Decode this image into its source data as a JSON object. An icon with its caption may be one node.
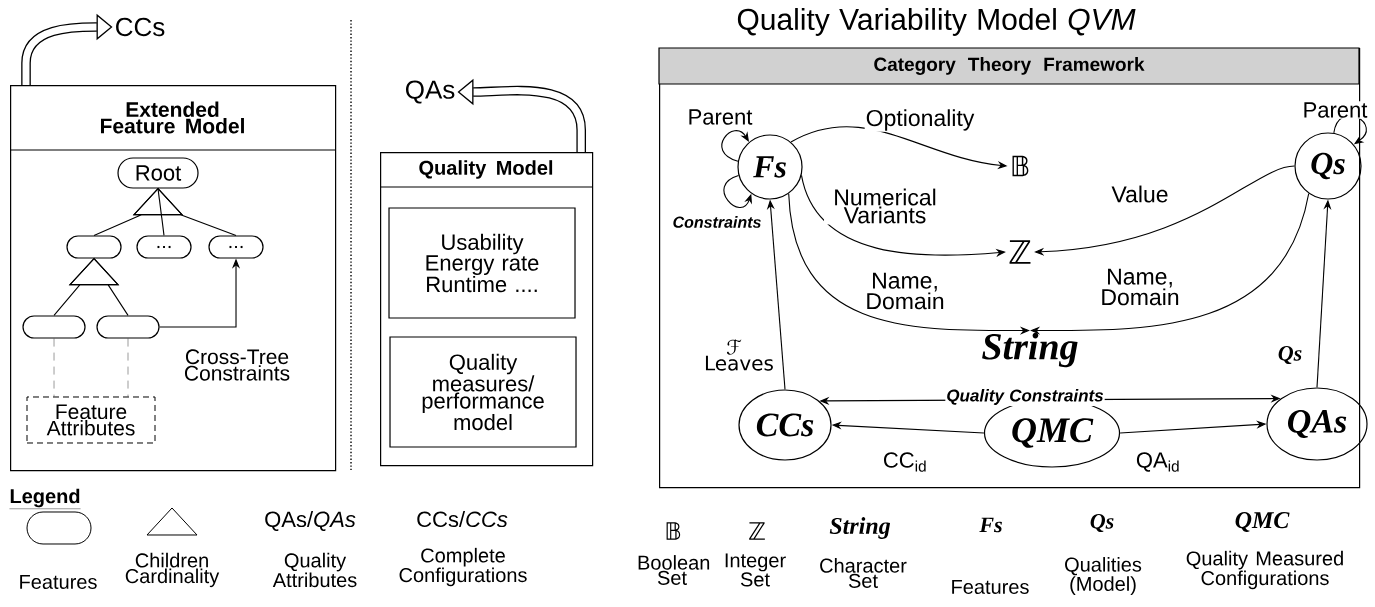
{
  "diagram": {
    "title": "Quality Variability Model *QVM*",
    "nodes": [
      {
        "text": [
          "Extended Feature Model"
        ]
      },
      {
        "text": [
          "Root"
        ],
        "in": 0
      },
      {
        "text": [],
        "shape": "box",
        "in": 0
      },
      {
        "text": [
          "..."
        ],
        "in": 0
      },
      {
        "text": [
          "..."
        ],
        "in": 0
      },
      {
        "text": [],
        "shape": "box",
        "in": 0
      },
      {
        "text": [],
        "shape": "box",
        "in": 0
      },
      {
        "text": [
          "Feature Attributes"
        ],
        "in": 0
      },
      {
        "text": [
          "CCs"
        ]
      },
      {
        "text": [
          "Quality Model"
        ]
      },
      {
        "text": [
          "Usability Energy rate Runtime ...."
        ],
        "in": 9
      },
      {
        "text": [
          "Quality measures/ performance model"
        ],
        "in": 9
      },
      {
        "text": [
          "QAs"
        ]
      },
      {
        "text": [
          "Category Theory Framework"
        ]
      },
      {
        "text": [
          "Fs"
        ],
        "in": 13
      },
      {
        "text": [
          "𝔹"
        ],
        "in": 13
      },
      {
        "text": [
          "Qs"
        ],
        "in": 13
      },
      {
        "text": [
          "ℤ"
        ],
        "in": 13
      },
      {
        "text": [
          "String"
        ],
        "in": 13
      },
      {
        "text": [
          "CCs"
        ],
        "in": 13
      },
      {
        "text": [
          "QMC"
        ],
        "in": 13
      },
      {
        "text": [
          "QAs"
        ],
        "in": 13
      }
    ],
    "edges": [
      {
        "from": 1,
        "to": 2,
        "arrow": "other"
      },
      {
        "from": 1,
        "to": 3,
        "arrow": "none"
      },
      {
        "from": 1,
        "to": 4,
        "arrow": "other"
      },
      {
        "from": 2,
        "to": 5,
        "arrow": "other"
      },
      {
        "from": 2,
        "to": 6,
        "arrow": "other"
      },
      {
        "from": 6,
        "to": 4,
        "arrow": "to",
        "label": "Cross-Tree Constraints"
      },
      {
        "from": 5,
        "to": 7,
        "arrow": "none",
        "style": "dashed"
      },
      {
        "from": 6,
        "to": 7,
        "arrow": "none",
        "style": "dashed"
      },
      {
        "from": 0,
        "to": 8,
        "arrow": "to",
        "style": "thick"
      },
      {
        "from": 9,
        "to": 12,
        "arrow": "to",
        "style": "thick"
      },
      {
        "from": 14,
        "to": 14,
        "arrow": "to",
        "label": "Parent"
      },
      {
        "from": 14,
        "to": 14,
        "arrow": "to",
        "label": "Constraints"
      },
      {
        "from": 16,
        "to": 16,
        "arrow": "to",
        "label": "Parent"
      },
      {
        "from": 14,
        "to": 15,
        "arrow": "to",
        "label": "Optionality"
      },
      {
        "from": 14,
        "to": 17,
        "arrow": "to",
        "label": "Numerical Variants"
      },
      {
        "from": 16,
        "to": 17,
        "arrow": "to",
        "label": "Value"
      },
      {
        "from": 14,
        "to": 18,
        "arrow": "to",
        "label": "Name, Domain"
      },
      {
        "from": 16,
        "to": 18,
        "arrow": "to",
        "label": "Name, Domain"
      },
      {
        "from": 19,
        "to": 14,
        "arrow": "to",
        "label": "ℱ Leaves"
      },
      {
        "from": 21,
        "to": 16,
        "arrow": "to",
        "label": "Qs"
      },
      {
        "from": 19,
        "to": 21,
        "arrow": "both",
        "label": "Quality Constraints"
      },
      {
        "from": 20,
        "to": 19,
        "arrow": "to",
        "label": "CC$_{id}$"
      },
      {
        "from": 20,
        "to": 21,
        "arrow": "to",
        "label": "QA$_{id}$"
      }
    ],
    "labels": [
      "Legend",
      "QAs/*QAs*",
      "CCs/*CCs*",
      "𝔹",
      "ℤ",
      "String",
      "Fs",
      "Qs",
      "QMC"
    ],
    "legend": [
      {
        "text": "Features"
      },
      {
        "text": "Children Cardinality"
      },
      {
        "text": "Quality Attributes"
      },
      {
        "text": "Complete Configurations"
      },
      {
        "text": "Boolean Set"
      },
      {
        "text": "Integer Set"
      },
      {
        "text": "Character Set"
      },
      {
        "text": "Features"
      },
      {
        "text": "Qualities (Model)"
      },
      {
        "text": "Quality Measured Configurations"
      }
    ]
  }
}
